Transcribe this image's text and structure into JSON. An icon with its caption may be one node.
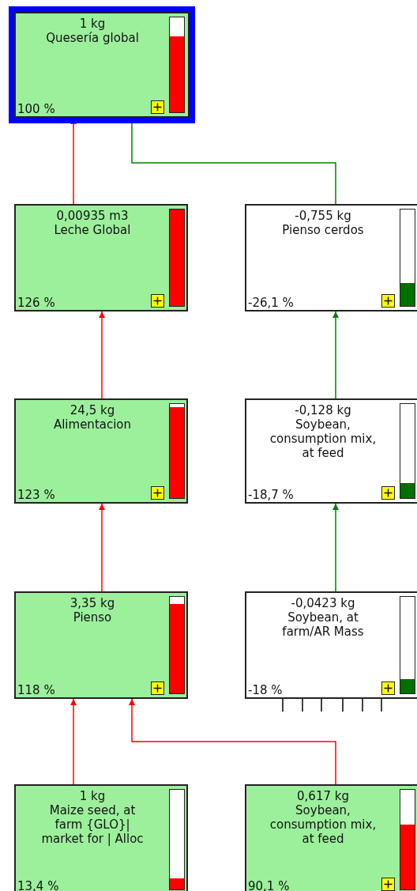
{
  "diagram": {
    "nodes": [
      {
        "text": [
          "1 kg",
          "Quesería global",
          "100 %"
        ]
      },
      {
        "text": [
          "0,00935 m3",
          "Leche Global",
          "126 %"
        ]
      },
      {
        "text": [
          "-0,755 kg",
          "Pienso cerdos",
          "-26,1 %"
        ]
      },
      {
        "text": [
          "24,5 kg",
          "Alimentacion",
          "123 %"
        ]
      },
      {
        "text": [
          "-0,128 kg",
          "Soybean, consumption mix, at feed",
          "-18,7 %"
        ]
      },
      {
        "text": [
          "3,35 kg",
          "Pienso",
          "118 %"
        ]
      },
      {
        "text": [
          "-0,0423 kg",
          "Soybean, at farm/AR Mass",
          "-18 %"
        ]
      },
      {
        "text": [
          "1 kg",
          "Maize seed, at farm {GLO}| market for | Alloc",
          "13,4 %"
        ]
      },
      {
        "text": [
          "0,617 kg",
          "Soybean, consumption mix, at feed",
          "90,1 %"
        ]
      }
    ],
    "edges": [
      {
        "from": 1,
        "to": 0,
        "arrow": "to",
        "color": "#ff0000"
      },
      {
        "from": 2,
        "to": 0,
        "arrow": "none",
        "color": "#008000"
      },
      {
        "from": 3,
        "to": 1,
        "arrow": "to",
        "color": "#ff0000"
      },
      {
        "from": 4,
        "to": 2,
        "arrow": "to",
        "color": "#008000"
      },
      {
        "from": 5,
        "to": 3,
        "arrow": "to",
        "color": "#ff0000"
      },
      {
        "from": 6,
        "to": 4,
        "arrow": "to",
        "color": "#008000"
      },
      {
        "from": 7,
        "to": 5,
        "arrow": "to",
        "color": "#ff0000"
      },
      {
        "from": 8,
        "to": 5,
        "arrow": "to",
        "color": "#ff0000"
      },
      {
        "from": null,
        "to": 6,
        "arrow": "none",
        "color": "#000000"
      },
      {
        "from": null,
        "to": 6,
        "arrow": "none",
        "color": "#000000"
      },
      {
        "from": null,
        "to": 6,
        "arrow": "none",
        "color": "#000000"
      },
      {
        "from": null,
        "to": 6,
        "arrow": "none",
        "color": "#000000"
      },
      {
        "from": null,
        "to": 6,
        "arrow": "none",
        "color": "#000000"
      },
      {
        "from": null,
        "to": 6,
        "arrow": "none",
        "color": "#000000"
      }
    ]
  }
}
